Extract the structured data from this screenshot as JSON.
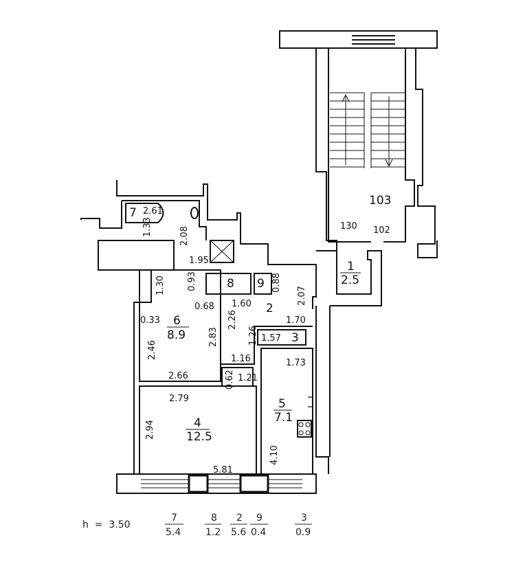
{
  "rooms": {
    "r103": "103",
    "r130": "130",
    "r102": "102",
    "r1": {
      "num": "1",
      "area": "2.5"
    },
    "r2": {
      "num": "2"
    },
    "r3": {
      "num": "3"
    },
    "r4": {
      "num": "4",
      "area": "12.5"
    },
    "r5": {
      "num": "5",
      "area": "7.1"
    },
    "r6": {
      "num": "6",
      "area": "8.9"
    },
    "r7": {
      "num": "7"
    },
    "r8": {
      "num": "8"
    },
    "r9": {
      "num": "9"
    }
  },
  "dims": {
    "d261": "2.61",
    "d133": "1.33",
    "d208": "2.08",
    "d195": "1.95",
    "d093": "0.93",
    "d130": "1.30",
    "d088": "0.88",
    "d207": "2.07",
    "d160": "1.60",
    "d068": "0.68",
    "d033": "0.33",
    "d226": "2.26",
    "d283": "2.83",
    "d170": "1.70",
    "d157": "1.57",
    "d126": "1.26",
    "d246": "2.46",
    "d173": "1.73",
    "d116": "1.16",
    "d062": "0.62",
    "d121": "1.21",
    "d266": "2.66",
    "d279": "2.79",
    "d294": "2.94",
    "d410": "4.10",
    "d581": "5.81"
  },
  "footer": {
    "height_label": "h  =  3.50",
    "fractions": [
      {
        "num": "7",
        "den": "5.4"
      },
      {
        "num": "8",
        "den": "1.2"
      },
      {
        "num": "2",
        "den": "5.6"
      },
      {
        "num": "9",
        "den": "0.4"
      },
      {
        "num": "3",
        "den": "0.9"
      }
    ]
  }
}
